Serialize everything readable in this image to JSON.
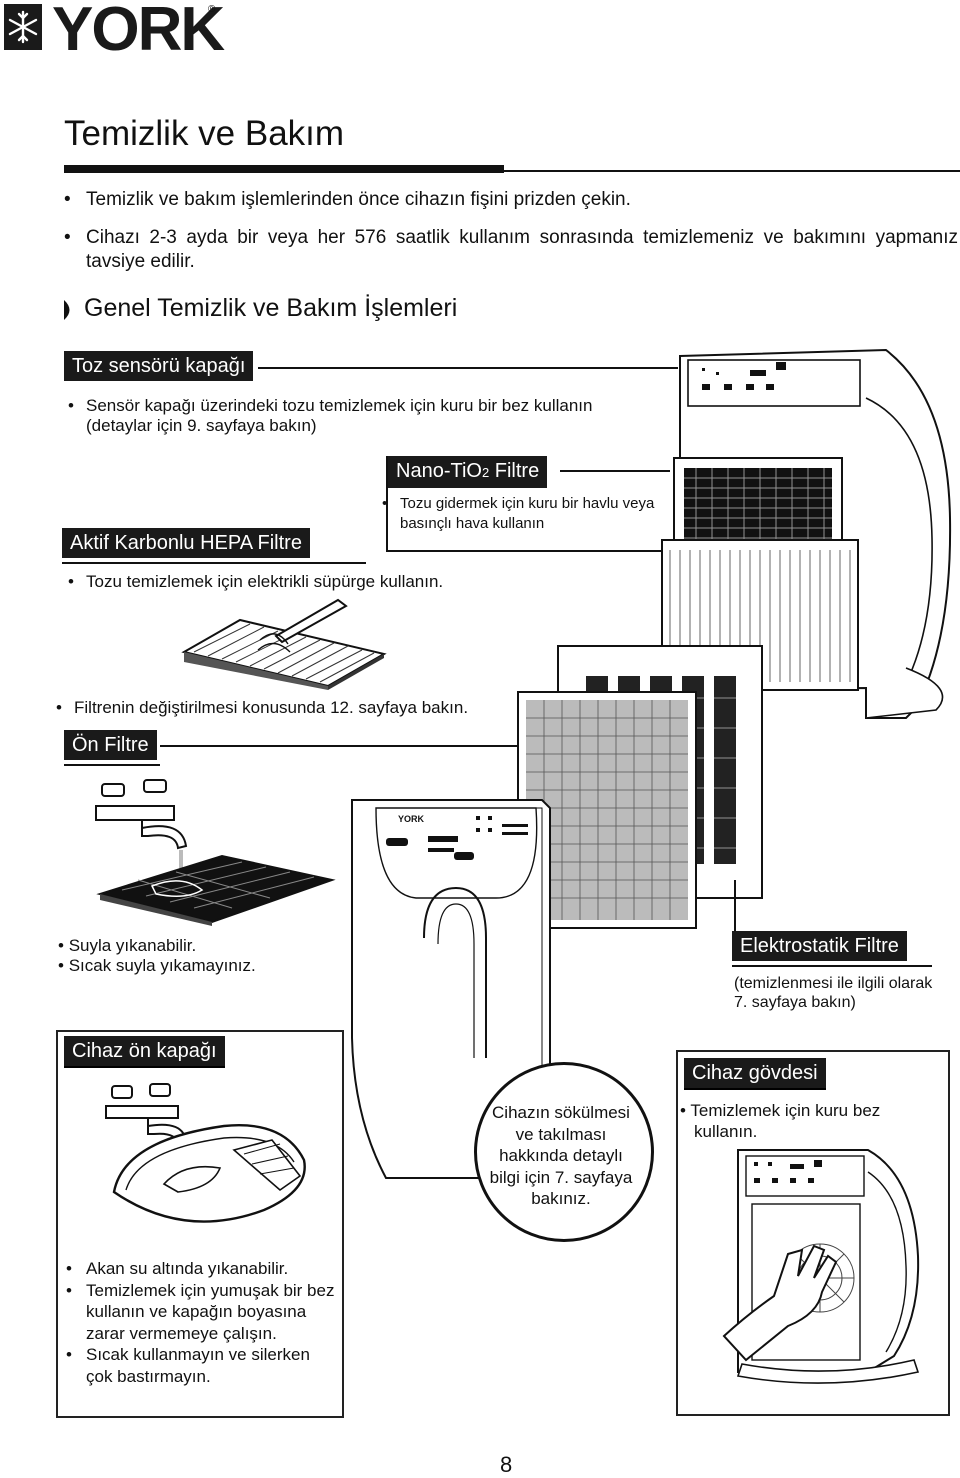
{
  "brand": {
    "name": "YORK",
    "registered": "®",
    "snowflake_icon": "snowflake-icon"
  },
  "page": {
    "title": "Temizlik ve Bakım",
    "number": "8"
  },
  "intro_bullets": [
    "Temizlik ve bakım işlemlerinden önce cihazın fişini prizden çekin.",
    "Cihazı 2-3 ayda bir veya her 576 saatlik kullanım sonrasında temizlemeniz ve bakımını yapmanız tavsiye edilir."
  ],
  "section": {
    "title": "Genel Temizlik ve Bakım İşlemleri"
  },
  "dust_sensor": {
    "label": "Toz sensörü kapağı",
    "text": "Sensör kapağı üzerindeki tozu temizlemek için kuru bir bez kullanın (detaylar için 9. sayfaya bakın)"
  },
  "nano_filter": {
    "label_main": "Nano-TiO",
    "label_sub": "2",
    "label_tail": " Filtre",
    "text": "Tozu gidermek için kuru bir havlu veya basınçlı hava kullanın"
  },
  "hepa_filter": {
    "label": "Aktif Karbonlu HEPA Filtre",
    "text": "Tozu temizlemek için elektrikli süpürge kullanın."
  },
  "filter_change": {
    "text": "Filtrenin değiştirilmesi konusunda 12. sayfaya bakın."
  },
  "pre_filter": {
    "label": "Ön Filtre",
    "bullets": [
      "Suyla yıkanabilir.",
      "Sıcak suyla yıkamayınız."
    ]
  },
  "electrostatic_filter": {
    "label": "Elektrostatik Filtre",
    "text": "(temizlenmesi ile ilgili olarak 7. sayfaya bakın)"
  },
  "front_cover": {
    "label": "Cihaz ön kapağı",
    "bullets": [
      "Akan su altında yıkanabilir.",
      "Temizlemek için yumuşak bir bez kullanın ve kapağın boyasına zarar vermemeye çalışın.",
      "Sıcak kullanmayın ve silerken çok bastırmayın."
    ]
  },
  "disassembly_note": {
    "text": "Cihazın sökülmesi ve takılması hakkında detaylı bilgi için 7. sayfaya bakınız."
  },
  "body_unit": {
    "label": "Cihaz  gövdesi",
    "text": "Temizlemek için kuru bez kullanın."
  },
  "device_front_logo": "YORK"
}
